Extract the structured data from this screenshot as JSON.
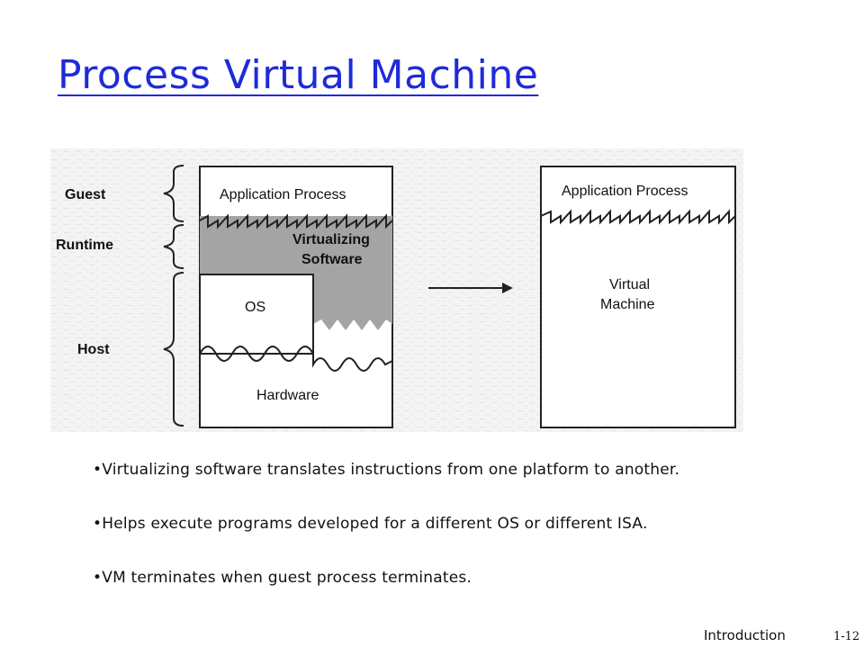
{
  "slide": {
    "title": "Process Virtual Machine",
    "bullets": [
      "Virtualizing software translates instructions from one platform to another.",
      "Helps execute programs developed for a different OS or different ISA.",
      "VM terminates when guest process terminates."
    ],
    "footer": "Introduction",
    "page_number": "1-12"
  },
  "figure": {
    "left": {
      "brace_labels": [
        "Guest",
        "Runtime",
        "Host"
      ],
      "application_box": "Application Process",
      "virtualizing_lines": [
        "Virtualizing",
        "Software"
      ],
      "os_box": "OS",
      "hardware_box": "Hardware"
    },
    "right": {
      "application_box": "Application Process",
      "vm_lines": [
        "Virtual",
        "Machine"
      ]
    }
  }
}
